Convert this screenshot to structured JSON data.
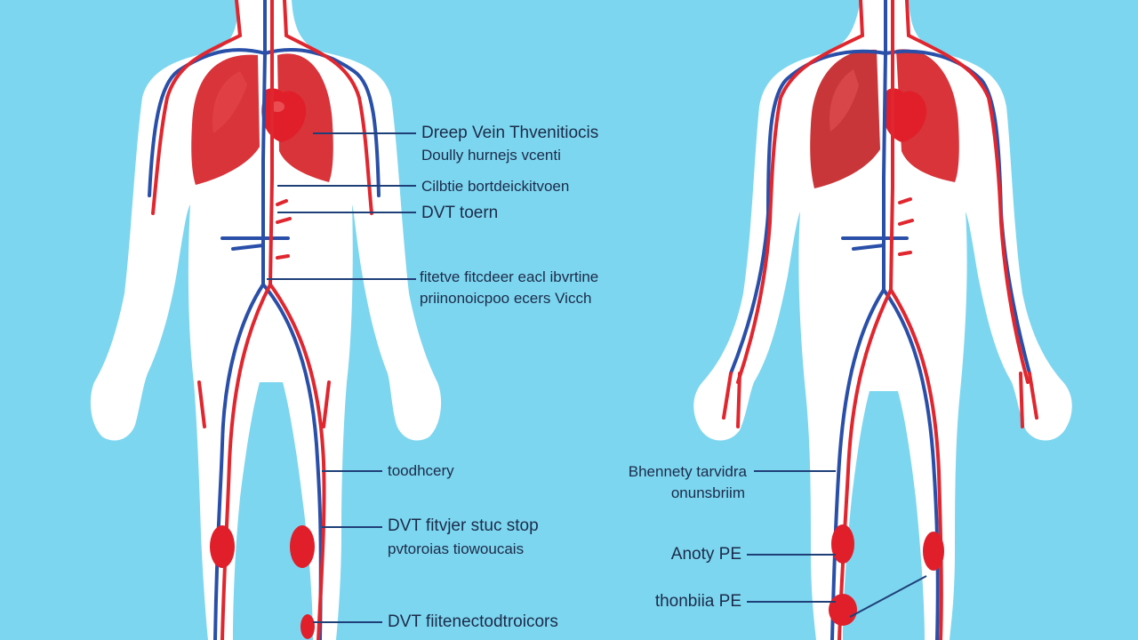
{
  "colors": {
    "background": "#7dd6ef",
    "body": "#ffffff",
    "vein": "#2a4fa8",
    "artery": "#e0262e",
    "lung": "#d8343a",
    "leader": "#1e3f78",
    "text": "#1b2b4a"
  },
  "left_figure": {
    "labels": {
      "title": "Dreep Vein Thvenitiocis",
      "subtitle": "Doully hurnejs vcenti",
      "l3": "Cilbtie bortdeickitvoen",
      "l4": "DVT  toern",
      "l5a": "fitetve fitcdeer eacl ibvrtine",
      "l5b": "priinonoicpoo ecers Vicch",
      "l6": "toodhcery",
      "l7a": "DVT  fitvjer stuc stop",
      "l7b": "pvtoroias tiowoucais",
      "l8": "DVT  fiitenectodtroicors"
    }
  },
  "right_figure": {
    "labels": {
      "r1a": "Bhennety tarvidra",
      "r1b": "onunsbriim",
      "r2": "Anoty PE",
      "r3": "thonbiia PE"
    }
  }
}
